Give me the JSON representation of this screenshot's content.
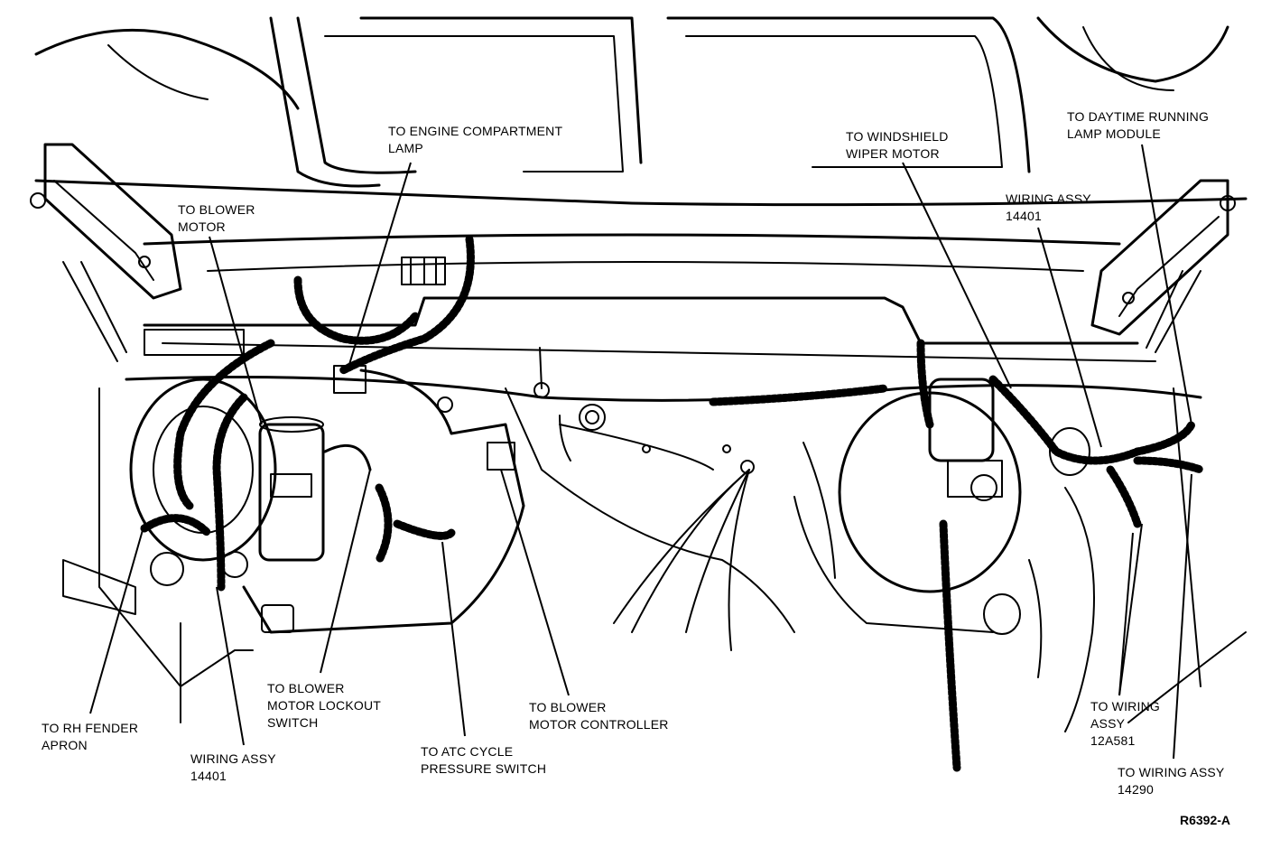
{
  "callouts": {
    "engine_lamp": [
      "TO ENGINE COMPARTMENT",
      "LAMP"
    ],
    "blower_motor": [
      "TO BLOWER",
      "MOTOR"
    ],
    "wiper_motor": [
      "TO WINDSHIELD",
      "WIPER MOTOR"
    ],
    "drl_module": [
      "TO DAYTIME RUNNING",
      "LAMP MODULE"
    ],
    "wiring_14401_right": [
      "WIRING ASSY",
      "14401"
    ],
    "rh_fender": [
      "TO RH FENDER",
      "APRON"
    ],
    "wiring_14401_left": [
      "WIRING ASSY",
      "14401"
    ],
    "blower_lockout": [
      "TO BLOWER",
      "MOTOR LOCKOUT",
      "SWITCH"
    ],
    "atc_switch": [
      "TO ATC CYCLE",
      "PRESSURE SWITCH"
    ],
    "blower_controller": [
      "TO BLOWER",
      "MOTOR CONTROLLER"
    ],
    "wiring_12a581": [
      "TO WIRING",
      "ASSY",
      "12A581"
    ],
    "wiring_14290": [
      "TO WIRING ASSY",
      "14290"
    ]
  },
  "figure_code": "R6392-A"
}
